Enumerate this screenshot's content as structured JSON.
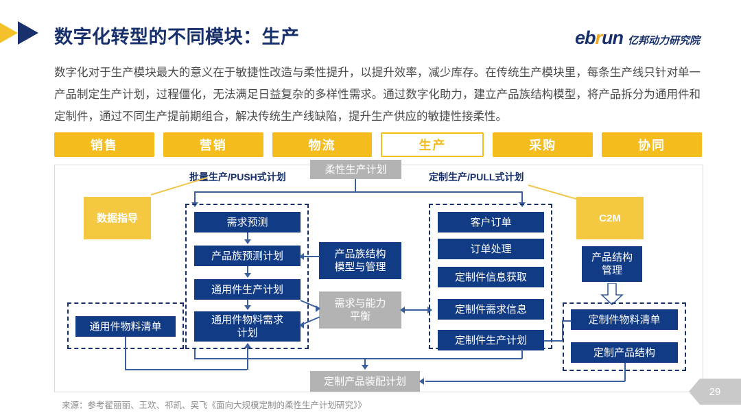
{
  "header": {
    "title": "数字化转型的不同模块：生产",
    "brand": {
      "part1": "eb",
      "part2": "r",
      "part3": "un",
      "cn": "亿邦动力研究院"
    }
  },
  "intro": "数字化对于生产模块最大的意义在于敏捷性改造与柔性提升，以提升效率，减少库存。在传统生产模块里，每条生产线只针对单一产品制定生产计划，过程僵化，无法满足日益复杂的多样性需求。通过数字化助力，建立产品族结构模型，将产品拆分为通用件和定制件，通过不同生产提前期组合，解决传统生产线缺陷，提升生产供应的敏捷性接柔性。",
  "tabs": [
    {
      "label": "销售",
      "active": false
    },
    {
      "label": "营销",
      "active": false
    },
    {
      "label": "物流",
      "active": false
    },
    {
      "label": "生产",
      "active": true
    },
    {
      "label": "采购",
      "active": false
    },
    {
      "label": "协同",
      "active": false
    }
  ],
  "diagram": {
    "group_labels": {
      "push": "批量生产/PUSH式计划",
      "pull": "定制生产/PULL式计划"
    },
    "top_gray": "柔性生产计划",
    "bottom_gray": "定制产品装配计划",
    "center_gray": "需求与能力\n平衡",
    "center_gray_line1": "需求与能力",
    "center_gray_line2": "平衡",
    "yellow_left": "数据指导",
    "yellow_right": "C2M",
    "push_boxes": [
      "需求预测",
      "产品族预测计划",
      "通用件生产计划",
      "通用件物料需求计划"
    ],
    "push_box_4_line1": "通用件物料需求",
    "push_box_4_line2": "计划",
    "pull_boxes": [
      "客户订单",
      "订单处理",
      "定制件信息获取",
      "定制件需求信息",
      "定制件生产计划"
    ],
    "middle_box_line1": "产品族结构",
    "middle_box_line2": "模型与管理",
    "right_box_line1": "产品结构",
    "right_box_line2": "管理",
    "bom_left": "通用件物料清单",
    "bom_right_1": "定制件物料清单",
    "bom_right_2": "定制产品结构"
  },
  "footer": {
    "source": "来源：参考翟丽丽、王欢、祁凯、吴飞《面向大规模定制的柔性生产计划研究》》",
    "page": "29"
  },
  "colors": {
    "navy": "#123b86",
    "title_navy": "#17306c",
    "yellow": "#f4bc1c",
    "gray": "#b3b3b3",
    "line": "#3a5f9e"
  }
}
